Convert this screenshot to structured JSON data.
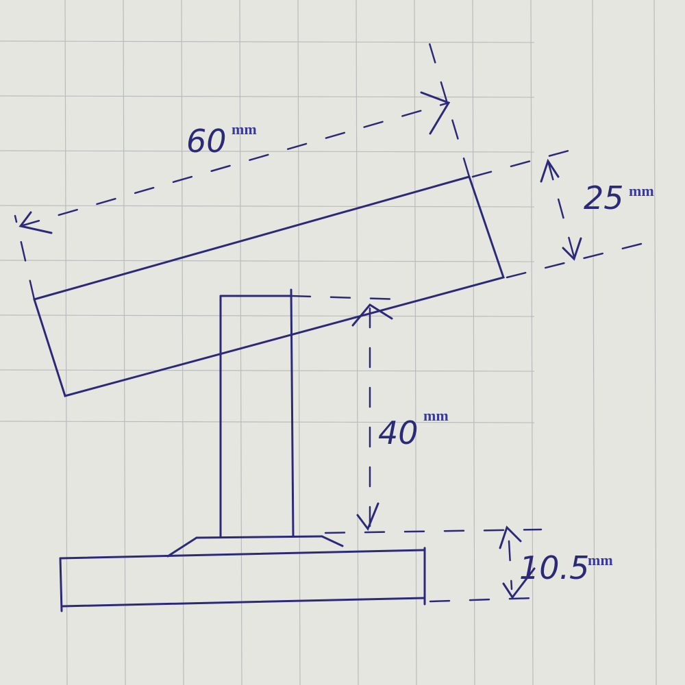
{
  "dimensions": [
    {
      "id": "length",
      "value": "60",
      "unit": "mm"
    },
    {
      "id": "width",
      "value": "25",
      "unit": "mm"
    },
    {
      "id": "height",
      "value": "40",
      "unit": "mm"
    },
    {
      "id": "thickness",
      "value": "10.5",
      "unit": "mm"
    }
  ],
  "colors": {
    "ink": "#2c2a78",
    "unit_text": "#3a3a9a",
    "paper": "#e6e6e1",
    "grid": "#b9bcbc"
  }
}
